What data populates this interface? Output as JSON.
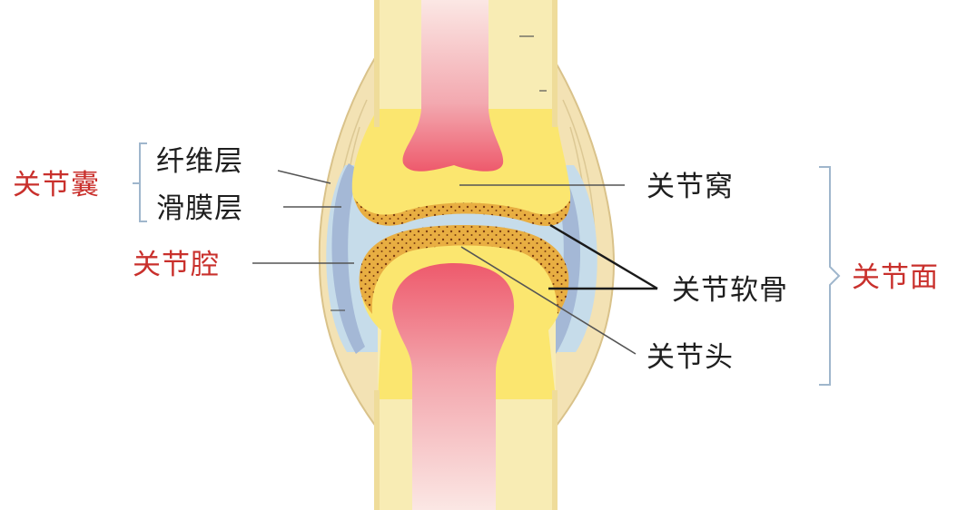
{
  "labels": {
    "capsule": "关节囊",
    "fibrous": "纤维层",
    "synovial": "滑膜层",
    "cavity": "关节腔",
    "fossa": "关节窝",
    "cartilage": "关节软骨",
    "head": "关节头",
    "surface": "关节面"
  },
  "colors": {
    "bone_shaft": "#f8ecb4",
    "bone_marrow": "#ef5f72",
    "epiphysis": "#fbe66f",
    "cartilage": "#e8ae42",
    "cavity": "#c6dcea",
    "capsule_outer": "#f3e2b4",
    "synovial": "#a4b8d6",
    "label_red": "#c9302c",
    "bracket": "#9fb6cc"
  }
}
